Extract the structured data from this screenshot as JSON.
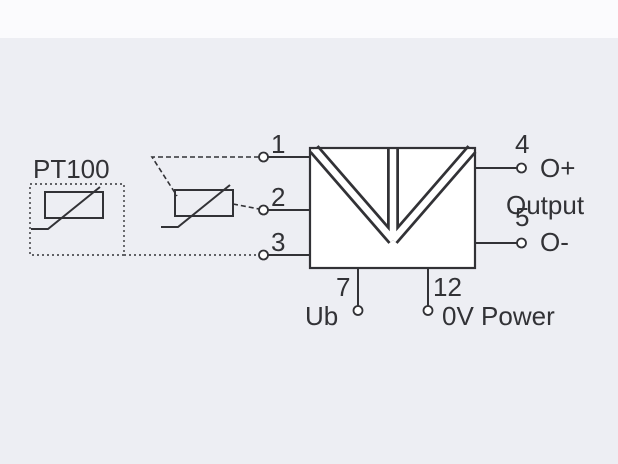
{
  "colors": {
    "ink": "#323236",
    "panel": "#edeef3",
    "topstrip": "#fbfbfd",
    "box_fill": "#ffffff"
  },
  "diagram": {
    "sensor_label": "PT100",
    "terminals": {
      "t1": "1",
      "t2": "2",
      "t3": "3",
      "t4": "4",
      "t5": "5",
      "t7": "7",
      "t12": "12"
    },
    "labels": {
      "out_plus": "O+",
      "output": "Output",
      "out_minus": "O-",
      "ub": "Ub",
      "ov_power": "0V Power"
    }
  }
}
